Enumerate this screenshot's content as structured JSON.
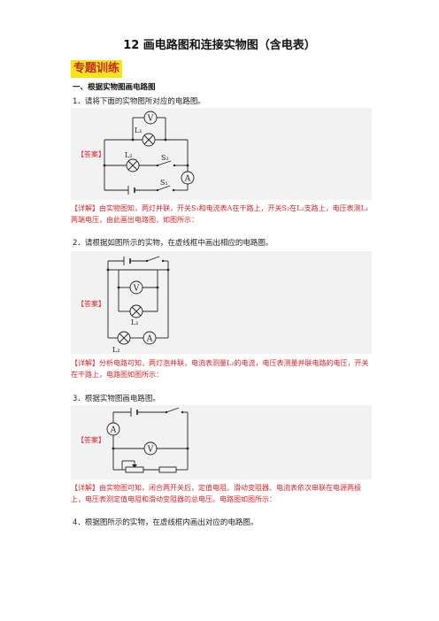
{
  "title": "12 画电路图和连接实物图（含电表）",
  "section_tag": "专题训练",
  "subheading": "一、根据实物图画电路图",
  "answer_label": "【答案】",
  "q1": {
    "number": "1．",
    "text": "请将下面的实物图所对应的电路图。",
    "labels": {
      "v": "V",
      "l1": "L₁",
      "l2": "L₂",
      "s2": "S₂",
      "s1": "S₁",
      "a": "A"
    },
    "detail": "【详解】由实物图知，两灯并联，开关S₁和电流表A在干路上，开关S₂在L₂支路上，电压表测L₁两端电压，由此画出电路图，如图所示："
  },
  "q2": {
    "number": "2．",
    "text": "请根据如图所示的实物，在虚线框中画出相应的电路图。",
    "labels": {
      "v": "V",
      "l1": "L₁",
      "l2": "L₂",
      "a": "A"
    },
    "detail": "【详解】分析电路可知，两灯泡并联，电流表测量L₂的电流，电压表测量并联电路的电压，开关在干路上，电路图如图所示："
  },
  "q3": {
    "number": "3．",
    "text": "根据实物图画电路图。",
    "labels": {
      "a": "A",
      "v": "V"
    },
    "detail": "【详解】由实物图可知，闭合两开关后，定值电阻、滑动变阻器、电流表依次串联在电源两极上，电压表测定值电阻和滑动变阻器的总电压。电路图如图所示："
  },
  "q4": {
    "number": "4．",
    "text": "根据图所示的实物，在虚线框内画出对应的电路图。"
  }
}
